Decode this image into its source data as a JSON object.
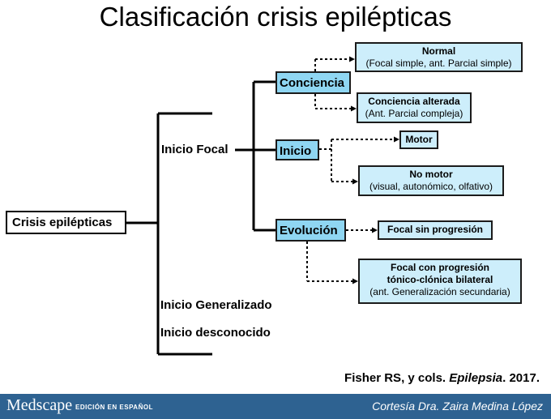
{
  "title": "Clasificación crisis epilépticas",
  "root": "Crisis epilépticas",
  "level2": {
    "focal": "Inicio Focal",
    "generalized": "Inicio Generalizado",
    "unknown": "Inicio desconocido"
  },
  "categories": {
    "awareness": "Conciencia",
    "onset": "Inicio",
    "evolution": "Evolución"
  },
  "leaves": {
    "normal_title": "Normal",
    "normal_note": "(Focal simple, ant. Parcial simple)",
    "altered_title": "Conciencia alterada",
    "altered_note": "(Ant. Parcial compleja)",
    "motor_title": "Motor",
    "nonmotor_title": "No motor",
    "nonmotor_note": "(visual, autonómico, olfativo)",
    "noprog_title": "Focal sin progresión",
    "prog_title_1": "Focal con progresión",
    "prog_title_2": "tónico-clónica bilateral",
    "prog_note": "(ant. Generalización secundaria)"
  },
  "citation": {
    "authors": "Fisher RS, y cols.",
    "journal": "Epilepsia",
    "year": ". 2017."
  },
  "footer": {
    "logo": "Medscape",
    "edition": "EDICIÓN EN ESPAÑOL",
    "courtesy": "Cortesía Dra. Zaira Medina López"
  },
  "colors": {
    "category_fill": "#8fd6f2",
    "leaf_fill": "#cdeefb",
    "footer_bg": "#2e6291"
  }
}
